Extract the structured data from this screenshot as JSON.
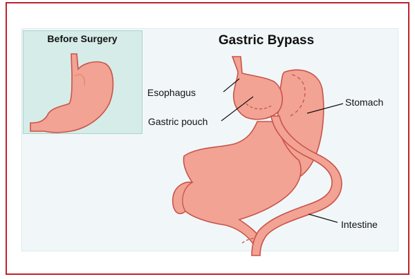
{
  "inset": {
    "title": "Before Surgery"
  },
  "diagram": {
    "title": "Gastric Bypass",
    "labels": {
      "esophagus": "Esophagus",
      "gastric_pouch": "Gastric pouch",
      "stomach": "Stomach",
      "intestine": "Intestine"
    }
  },
  "colors": {
    "border": "#c0202a",
    "organ_fill": "#f2a393",
    "organ_stroke": "#c9524a",
    "inset_bg": "#d6ece8",
    "panel_bg": "#f1f7f9"
  }
}
